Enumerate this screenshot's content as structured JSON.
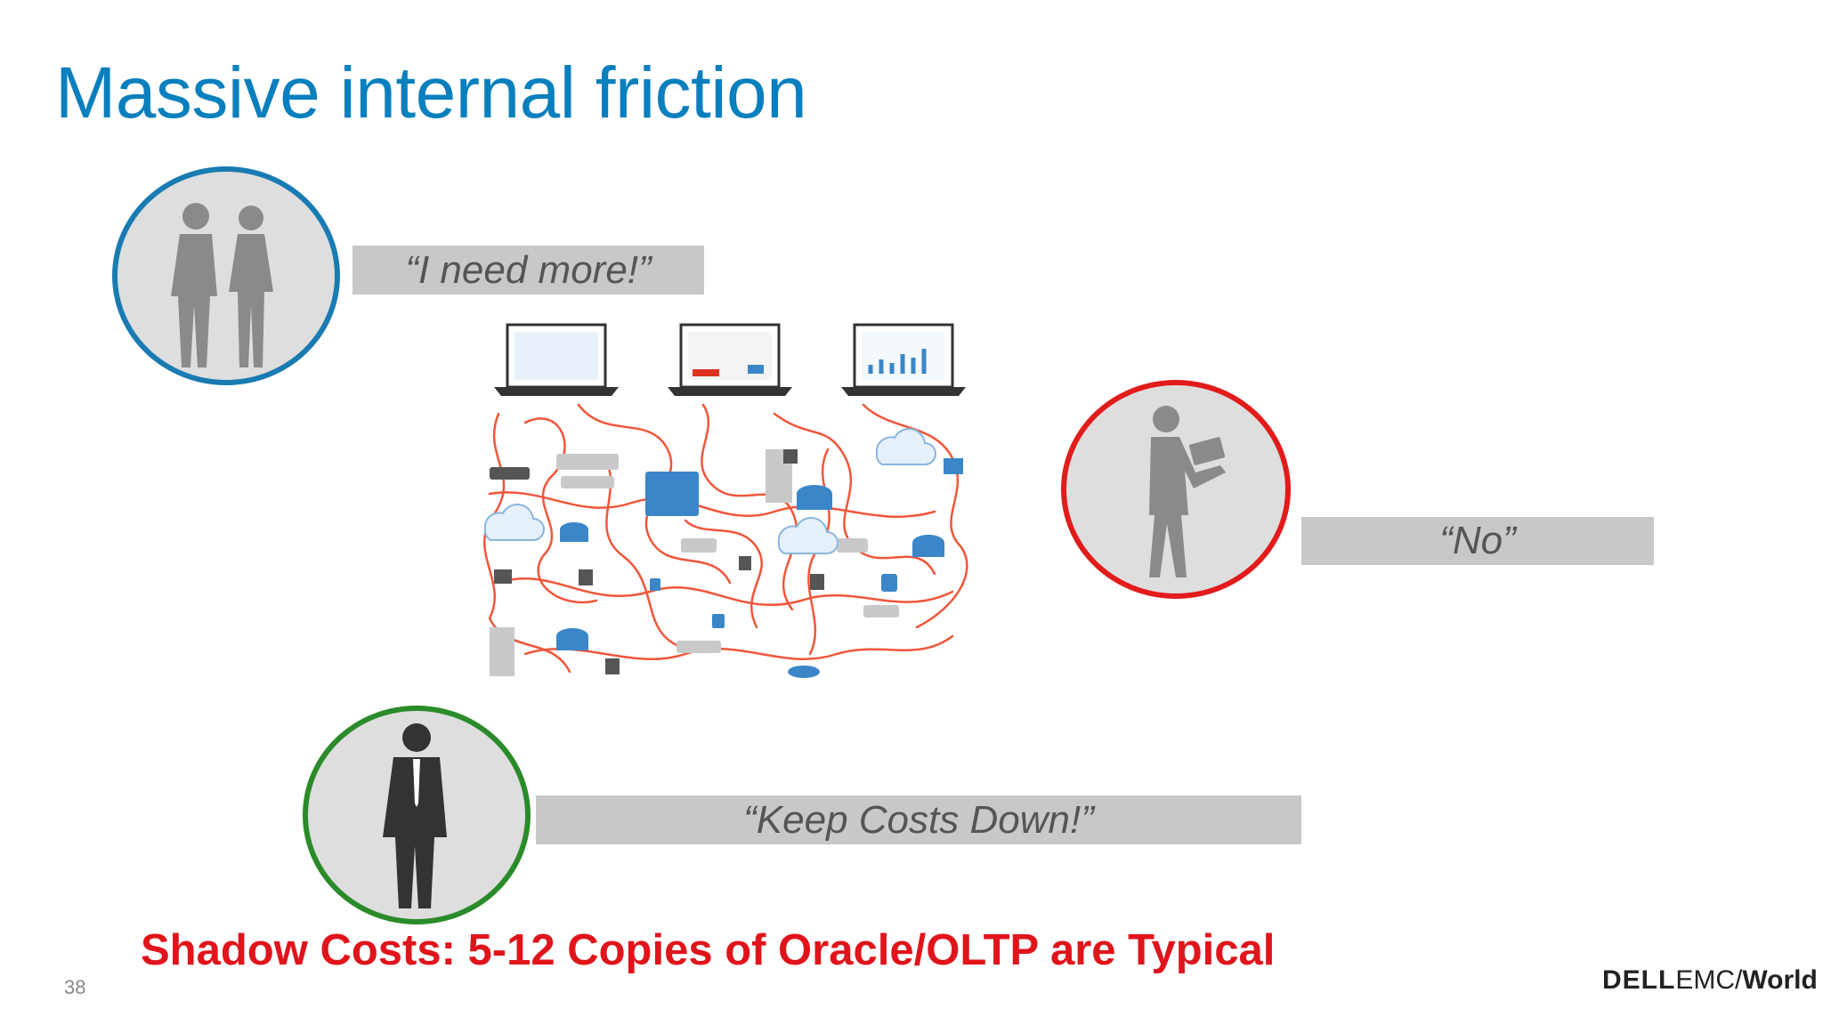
{
  "title": "Massive internal friction",
  "quotes": {
    "need_more": "“I need more!”",
    "no": "“No”",
    "keep_costs": "“Keep Costs Down!”"
  },
  "shadow_costs": "Shadow Costs:  5-12 Copies of Oracle/OLTP are Typical",
  "page_number": "38",
  "logo": {
    "dell": "DELL",
    "emc": "EMC",
    "world": "World"
  },
  "colors": {
    "title": "#0a7fbd",
    "developers_ring": "#1a7bb3",
    "it_ring": "#e21b1b",
    "exec_ring": "#2a8b2a",
    "shadow_text": "#e0141b",
    "network_lines": "#f0563a",
    "network_icons": "#3a86c8"
  },
  "icons": [
    "developers-icon",
    "it-admin-icon",
    "executive-icon",
    "data-sprawl-network-icon",
    "laptop-icon"
  ]
}
